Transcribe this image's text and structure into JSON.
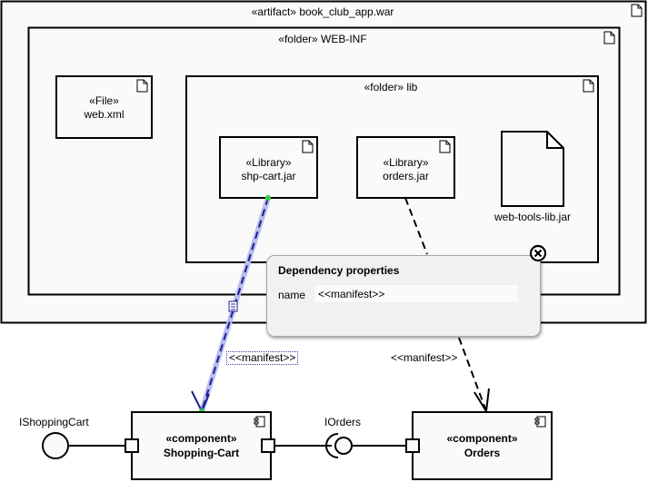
{
  "artifact": {
    "stereotype": "«artifact»",
    "name": "book_club_app.war"
  },
  "webinf": {
    "stereotype": "«folder»",
    "name": "WEB-INF"
  },
  "webxml": {
    "stereotype": "«File»",
    "name": "web.xml"
  },
  "lib": {
    "stereotype": "«folder»",
    "name": "lib"
  },
  "shpcart": {
    "stereotype": "«Library»",
    "name": "shp-cart.jar"
  },
  "orders_jar": {
    "stereotype": "«Library»",
    "name": "orders.jar"
  },
  "webtools": {
    "name": "web-tools-lib.jar"
  },
  "popup": {
    "title": "Dependency properties",
    "field_label": "name",
    "field_value": "<<manifest>>"
  },
  "edges": {
    "manifest_left": "<<manifest>>",
    "manifest_right": "<<manifest>>"
  },
  "components": {
    "shopping_cart": {
      "stereotype": "«component»",
      "name": "Shopping-Cart"
    },
    "orders": {
      "stereotype": "«component»",
      "name": "Orders"
    }
  },
  "interfaces": {
    "provided": "IShoppingCart",
    "required": "IOrders"
  },
  "colors": {
    "selection": "#1f1f8f",
    "selection_glow": "#b8bdf0",
    "handle": "#2ecc40",
    "popup_bg": "#f1f1f1"
  }
}
